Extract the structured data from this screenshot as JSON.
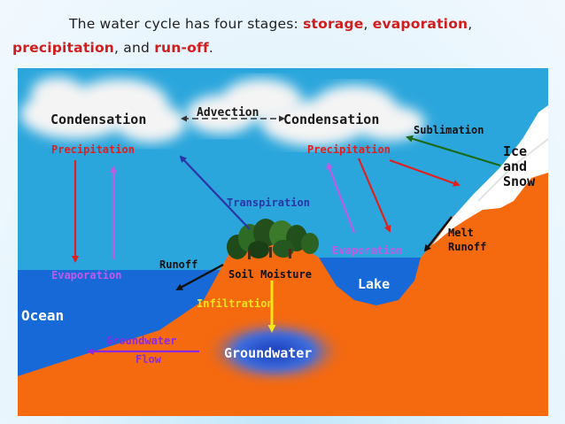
{
  "caption": {
    "part1": "The water cycle has four stages: ",
    "kw_storage": "storage",
    "sep1": ", ",
    "kw_evaporation": "evaporation",
    "sep2": ",",
    "kw_precipitation": "precipitation",
    "sep3": ", and ",
    "kw_runoff": "run-off",
    "end": "."
  },
  "diagram": {
    "labels": {
      "condensation_left": "Condensation",
      "advection": "Advection",
      "condensation_right": "Condensation",
      "sublimation": "Sublimation",
      "ice_and_snow_1": "Ice",
      "ice_and_snow_2": "and",
      "ice_and_snow_3": "Snow",
      "precipitation_left": "Precipitation",
      "precipitation_right": "Precipitation",
      "transpiration": "Transpiration",
      "evaporation_lake": "Evaporation",
      "melt_runoff_1": "Melt",
      "melt_runoff_2": "Runoff",
      "runoff": "Runoff",
      "soil_moisture": "Soil Moisture",
      "evaporation_ocean": "Evaporation",
      "lake": "Lake",
      "infiltration": "Infiltration",
      "ocean": "Ocean",
      "groundwater_flow_1": "Groundwater",
      "groundwater_flow_2": "Flow",
      "groundwater": "Groundwater"
    },
    "colors": {
      "sky": "#2ba6dc",
      "ocean": "#1769d8",
      "land": "#f5690f",
      "precipitation": "#e02020",
      "evaporation": "#c05ae8",
      "transpiration": "#2a35a8",
      "sublimation": "#1a6a1a",
      "infiltration": "#f4e41a",
      "groundwater_flow": "#8a2be2",
      "runoff": "#111111"
    }
  }
}
